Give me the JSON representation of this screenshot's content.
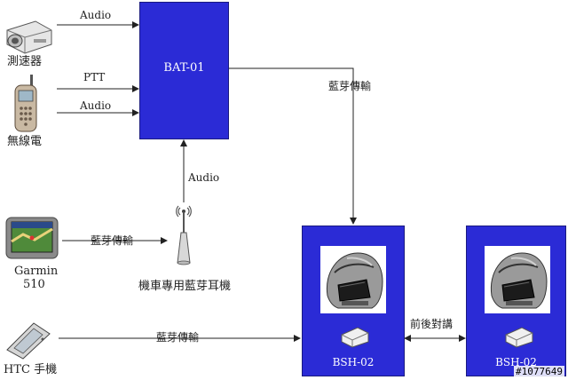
{
  "nodes": {
    "speedometer": {
      "label": "測速器",
      "icon": "projector-device-icon"
    },
    "radio": {
      "label": "無線電",
      "icon": "mobile-phone-icon"
    },
    "garmin": {
      "label_line1": "Garmin",
      "label_line2": "510",
      "icon": "gps-navigator-icon"
    },
    "htc": {
      "label": "HTC 手機",
      "icon": "smartphone-icon"
    },
    "bat01": {
      "title": "BAT-01",
      "color": "#2b2bd6"
    },
    "headset": {
      "label": "機車專用藍芽耳機",
      "icon": "bluetooth-antenna-icon"
    },
    "bsh02_left": {
      "title": "BSH-02",
      "icon": "helmet-icon"
    },
    "bsh02_right": {
      "title": "BSH-02",
      "icon": "helmet-icon"
    }
  },
  "edges": {
    "speedometer_to_bat": "Audio",
    "radio_ptt_to_bat": "PTT",
    "radio_audio_to_bat": "Audio",
    "headset_to_bat": "Audio",
    "bat_to_bsh": "藍芽傳輸",
    "garmin_to_headset": "藍芽傳輸",
    "htc_to_bsh": "藍芽傳輸",
    "bsh_intercom": "前後對講"
  },
  "watermark": "#1077649"
}
